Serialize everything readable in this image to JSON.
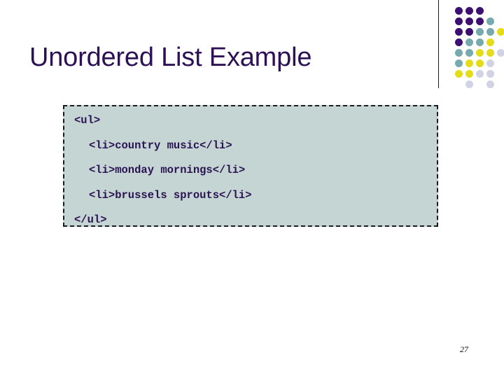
{
  "slide": {
    "title": "Unordered List Example",
    "page_number": "27",
    "title_color": "#2d1155"
  },
  "code_block": {
    "background_color": "#c4d5d3",
    "text_color": "#2a1352",
    "border_style": "dashed",
    "border_color": "#1c1c1c",
    "lines": [
      {
        "text": "<ul>",
        "indent": false
      },
      {
        "text": "<li>country music</li>",
        "indent": true
      },
      {
        "text": "<li>monday mornings</li>",
        "indent": true
      },
      {
        "text": "<li>brussels sprouts</li>",
        "indent": true
      },
      {
        "text": "</ul>",
        "indent": false
      }
    ]
  },
  "decoration": {
    "palette": {
      "purple": "#3b1070",
      "teal": "#76aaae",
      "yellow": "#e4dc19",
      "lavender": "#d2d2e6"
    },
    "dot_grid": {
      "columns": 6,
      "rows": 7,
      "pitch": 15,
      "diameter": 11,
      "cells": [
        [
          "purple",
          "purple",
          "purple",
          "none",
          "none",
          "none"
        ],
        [
          "purple",
          "purple",
          "purple",
          "teal",
          "none",
          "none"
        ],
        [
          "purple",
          "purple",
          "teal",
          "teal",
          "yellow",
          "none"
        ],
        [
          "purple",
          "teal",
          "teal",
          "yellow",
          "none",
          "none"
        ],
        [
          "teal",
          "teal",
          "yellow",
          "yellow",
          "lavender",
          "none"
        ],
        [
          "teal",
          "yellow",
          "yellow",
          "lavender",
          "none",
          "none"
        ],
        [
          "yellow",
          "yellow",
          "lavender",
          "lavender",
          "none",
          "none"
        ],
        [
          "none",
          "lavender",
          "none",
          "lavender",
          "none",
          "none"
        ]
      ]
    }
  }
}
